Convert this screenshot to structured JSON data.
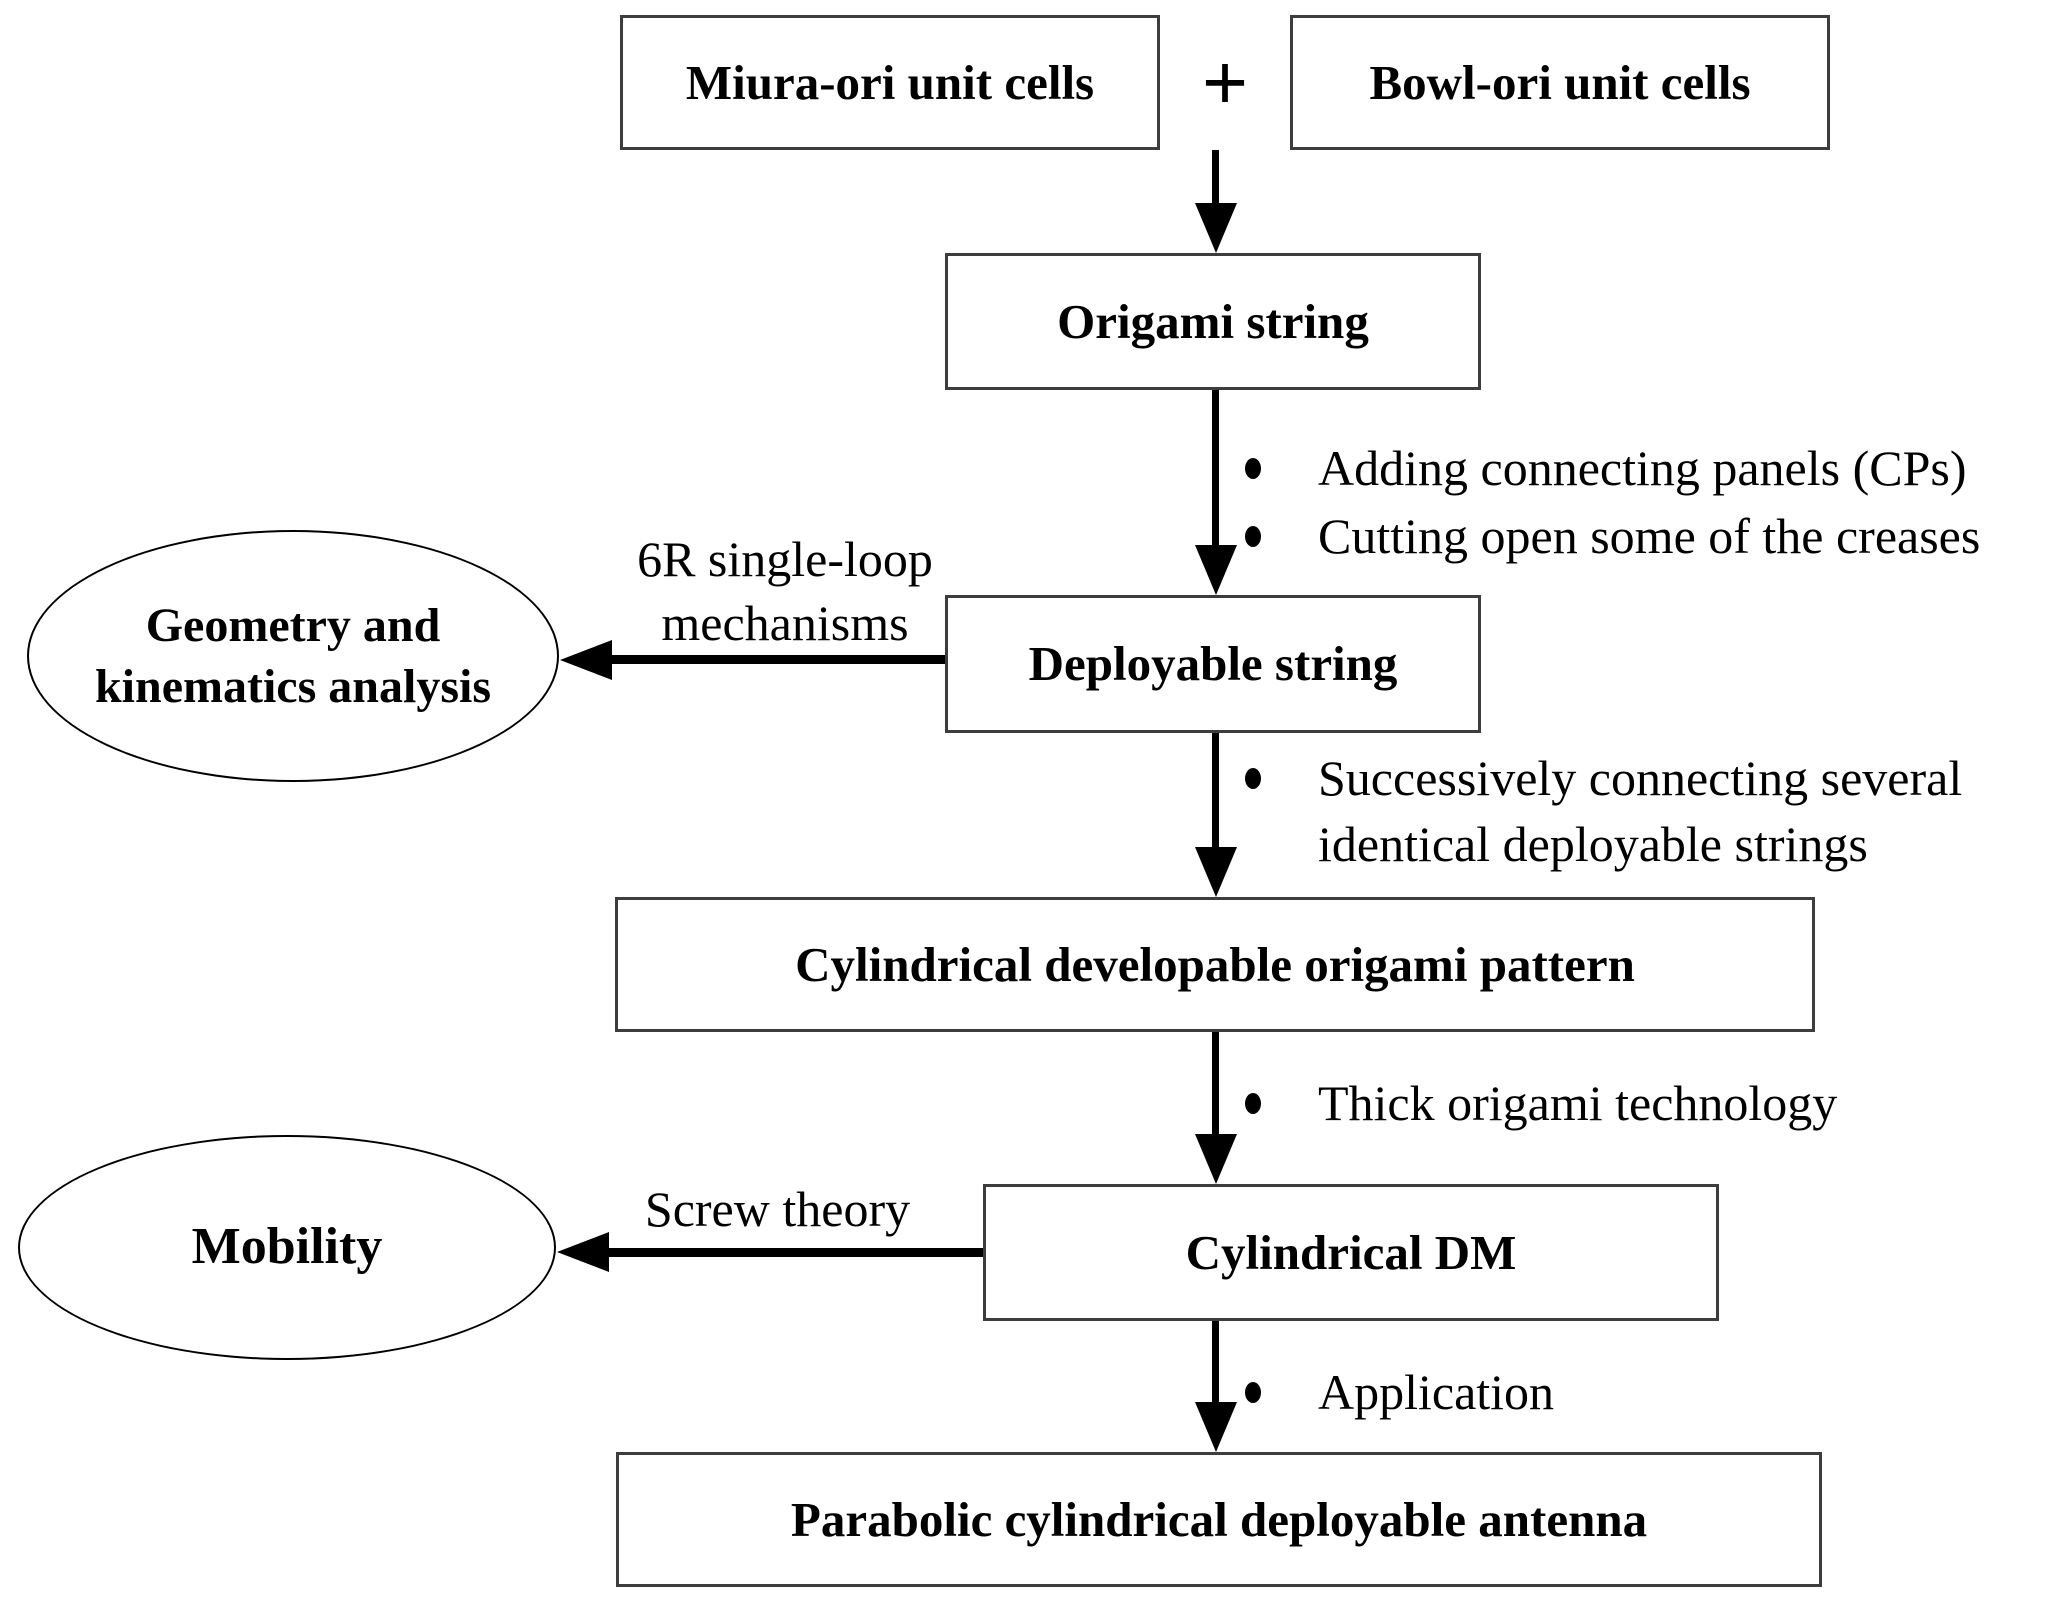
{
  "diagram": {
    "title_hint": "Origami deployable antenna design flowchart",
    "colors": {
      "background": "#ffffff",
      "text": "#000000",
      "line": "#000000",
      "box_border": "#3d3d3d"
    },
    "plus_operator": "+",
    "boxes": {
      "miura": {
        "label": "Miura-ori unit cells"
      },
      "bowl": {
        "label": "Bowl-ori unit cells"
      },
      "origami_string": {
        "label": "Origami string"
      },
      "deployable_string": {
        "label": "Deployable string"
      },
      "cyl_pattern": {
        "label": "Cylindrical developable origami pattern"
      },
      "cyl_dm": {
        "label": "Cylindrical DM"
      },
      "antenna": {
        "label": "Parabolic cylindrical deployable antenna"
      }
    },
    "ellipses": {
      "geometry": {
        "line1": "Geometry and",
        "line2": "kinematics analysis"
      },
      "mobility": {
        "label": "Mobility"
      }
    },
    "edge_labels": {
      "six_r": {
        "line1": "6R single-loop",
        "line2": "mechanisms"
      },
      "screw_theory": "Screw theory"
    },
    "bullets": {
      "adding_cps": "Adding connecting panels (CPs)",
      "cutting_creases": "Cutting open some of the creases",
      "successive": {
        "line1": "Successively connecting several",
        "line2": "identical deployable strings"
      },
      "thick_origami": "Thick origami technology",
      "application": "Application"
    }
  }
}
